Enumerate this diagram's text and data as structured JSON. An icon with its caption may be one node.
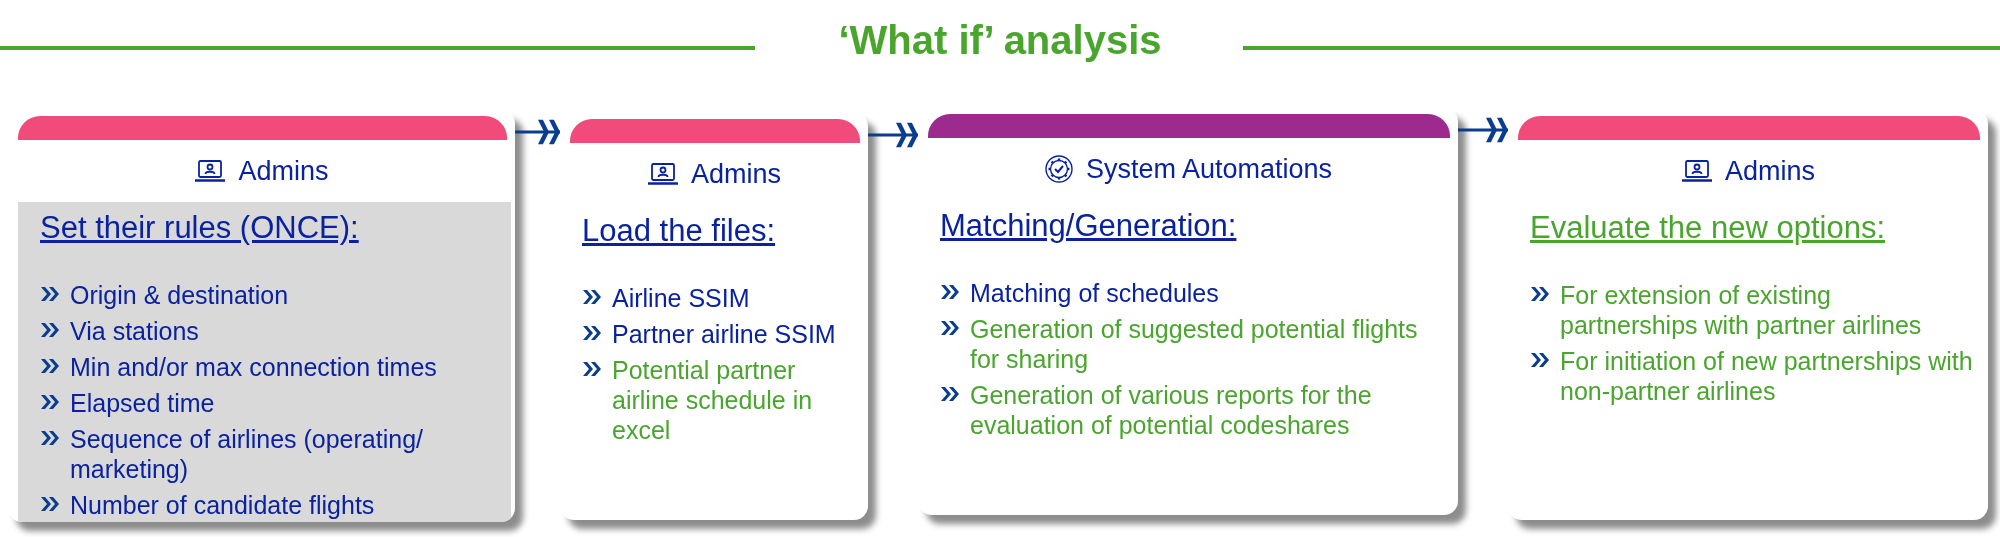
{
  "diagram": {
    "title": "‘What if’ analysis",
    "nodes": [
      {
        "text": [
          "Admins",
          "Set their rules (ONCE):",
          "Origin & destination",
          "Via stations",
          "Min and/or max connection times",
          "Elapsed time",
          "Sequence of airlines (operating/ marketing)",
          "Number of candidate flights"
        ]
      },
      {
        "text": [
          "Admins",
          "Load the files:",
          "Airline SSIM",
          "Partner airline SSIM",
          "Potential partner airline schedule in excel"
        ]
      },
      {
        "text": [
          "System Automations",
          "Matching/Generation:",
          "Matching of schedules",
          "Generation of suggested potential flights for sharing",
          "Generation of various reports for the evaluation of potential codeshares"
        ]
      },
      {
        "text": [
          "Admins",
          "Evaluate the new options:",
          "For extension of existing partnerships with partner airlines",
          "For initiation of new partnerships with non-partner airlines"
        ]
      }
    ],
    "edges": [
      {
        "from": 0,
        "to": 1,
        "arrow": "to"
      },
      {
        "from": 1,
        "to": 2,
        "arrow": "to"
      },
      {
        "from": 2,
        "to": 3,
        "arrow": "to"
      }
    ]
  }
}
